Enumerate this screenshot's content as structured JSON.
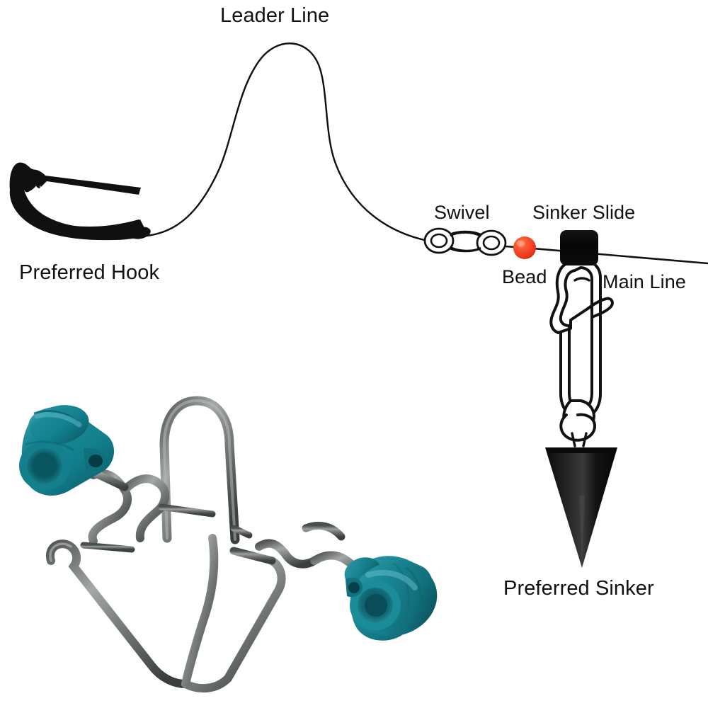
{
  "diagram": {
    "title": "Fishing sinker slide rig diagram",
    "background_color": "#ffffff",
    "labels": {
      "leader_line": "Leader Line",
      "preferred_hook": "Preferred Hook",
      "swivel": "Swivel",
      "bead": "Bead",
      "sinker_slide": "Sinker Slide",
      "main_line": "Main Line",
      "preferred_sinker": "Preferred Sinker"
    },
    "colors": {
      "line": "#111111",
      "text": "#111111",
      "hook": "#101010",
      "bead": "#ef3b20",
      "bead_highlight": "#ff8a6a",
      "sinker_slide_body": "#0b0b0b",
      "sinker": "#121212",
      "clip_wire_fill": "#ffffff",
      "clip_wire_stroke": "#111111",
      "photo_plastic_teal": "#14808e",
      "photo_plastic_teal_light": "#2a95a2",
      "photo_plastic_teal_dark": "#0c606c",
      "photo_wire_steel": "#6d7271",
      "photo_wire_steel_light": "#a8adab",
      "photo_wire_steel_dark": "#3f4443"
    },
    "components": [
      {
        "name": "leader-line",
        "kind": "line",
        "label": "Leader Line"
      },
      {
        "name": "preferred-hook",
        "kind": "hook",
        "label": "Preferred Hook"
      },
      {
        "name": "swivel",
        "kind": "swivel",
        "label": "Swivel"
      },
      {
        "name": "bead",
        "kind": "bead",
        "label": "Bead"
      },
      {
        "name": "sinker-slide",
        "kind": "slide",
        "label": "Sinker Slide"
      },
      {
        "name": "main-line",
        "kind": "line",
        "label": "Main Line"
      },
      {
        "name": "preferred-sinker",
        "kind": "sinker",
        "label": "Preferred Sinker"
      }
    ],
    "photo": {
      "name": "product-photo-sinker-slides",
      "description": "Two teal plastic sinker slides with steel wire clips",
      "item_count": 2
    }
  }
}
